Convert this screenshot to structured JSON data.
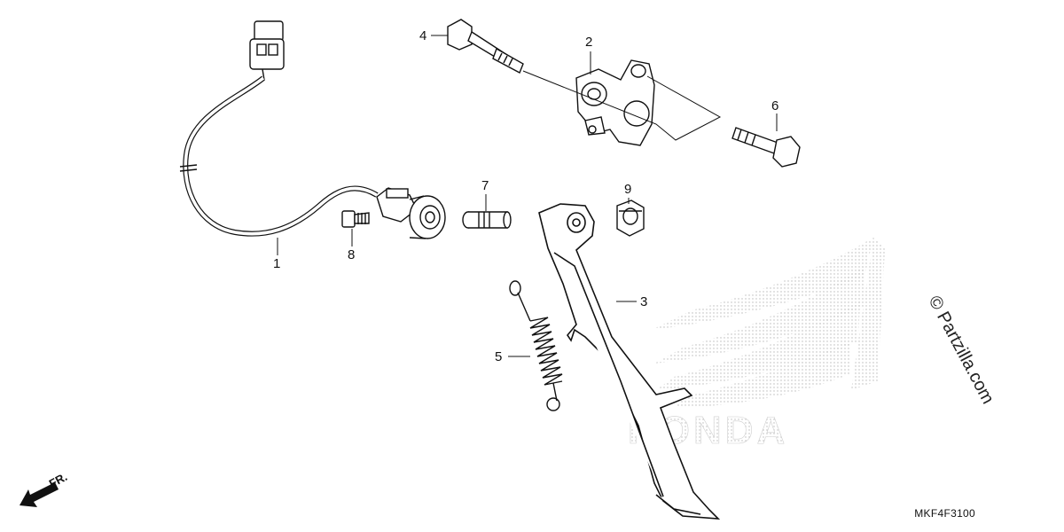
{
  "diagram": {
    "callouts": [
      {
        "id": "1",
        "label": "1"
      },
      {
        "id": "2",
        "label": "2"
      },
      {
        "id": "3",
        "label": "3"
      },
      {
        "id": "4",
        "label": "4"
      },
      {
        "id": "5",
        "label": "5"
      },
      {
        "id": "6",
        "label": "6"
      },
      {
        "id": "7",
        "label": "7"
      },
      {
        "id": "8",
        "label": "8"
      },
      {
        "id": "9",
        "label": "9"
      }
    ],
    "diagram_code": "MKF4F3100",
    "copyright": "© Partzilla.com",
    "direction_label": "FR.",
    "watermark": "HONDA"
  }
}
